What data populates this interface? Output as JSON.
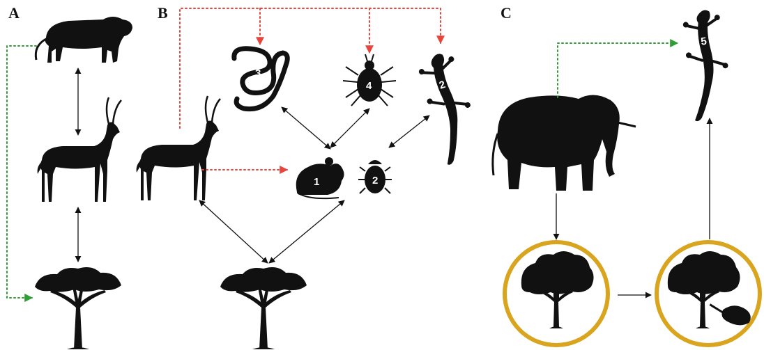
{
  "panels": {
    "a": {
      "letter": "A"
    },
    "b": {
      "letter": "B"
    },
    "c": {
      "letter": "C"
    }
  },
  "labels": {
    "mouse": "1",
    "beetle": "2",
    "gecko_b": "2",
    "snake": "3",
    "tick": "4",
    "gecko_c": "5"
  },
  "icons": {
    "lion": "lion-icon",
    "impala": "impala-icon",
    "acacia": "acacia-tree-icon",
    "snake": "snake-icon",
    "tick": "tick-icon",
    "gecko": "gecko-icon",
    "mouse": "mouse-icon",
    "beetle": "dung-beetle-icon",
    "elephant": "elephant-icon"
  },
  "colors": {
    "silhouette": "#111111",
    "red_arrow": "#e8453c",
    "green_arrow": "#2e9e35",
    "ring": "#d9a41e"
  }
}
